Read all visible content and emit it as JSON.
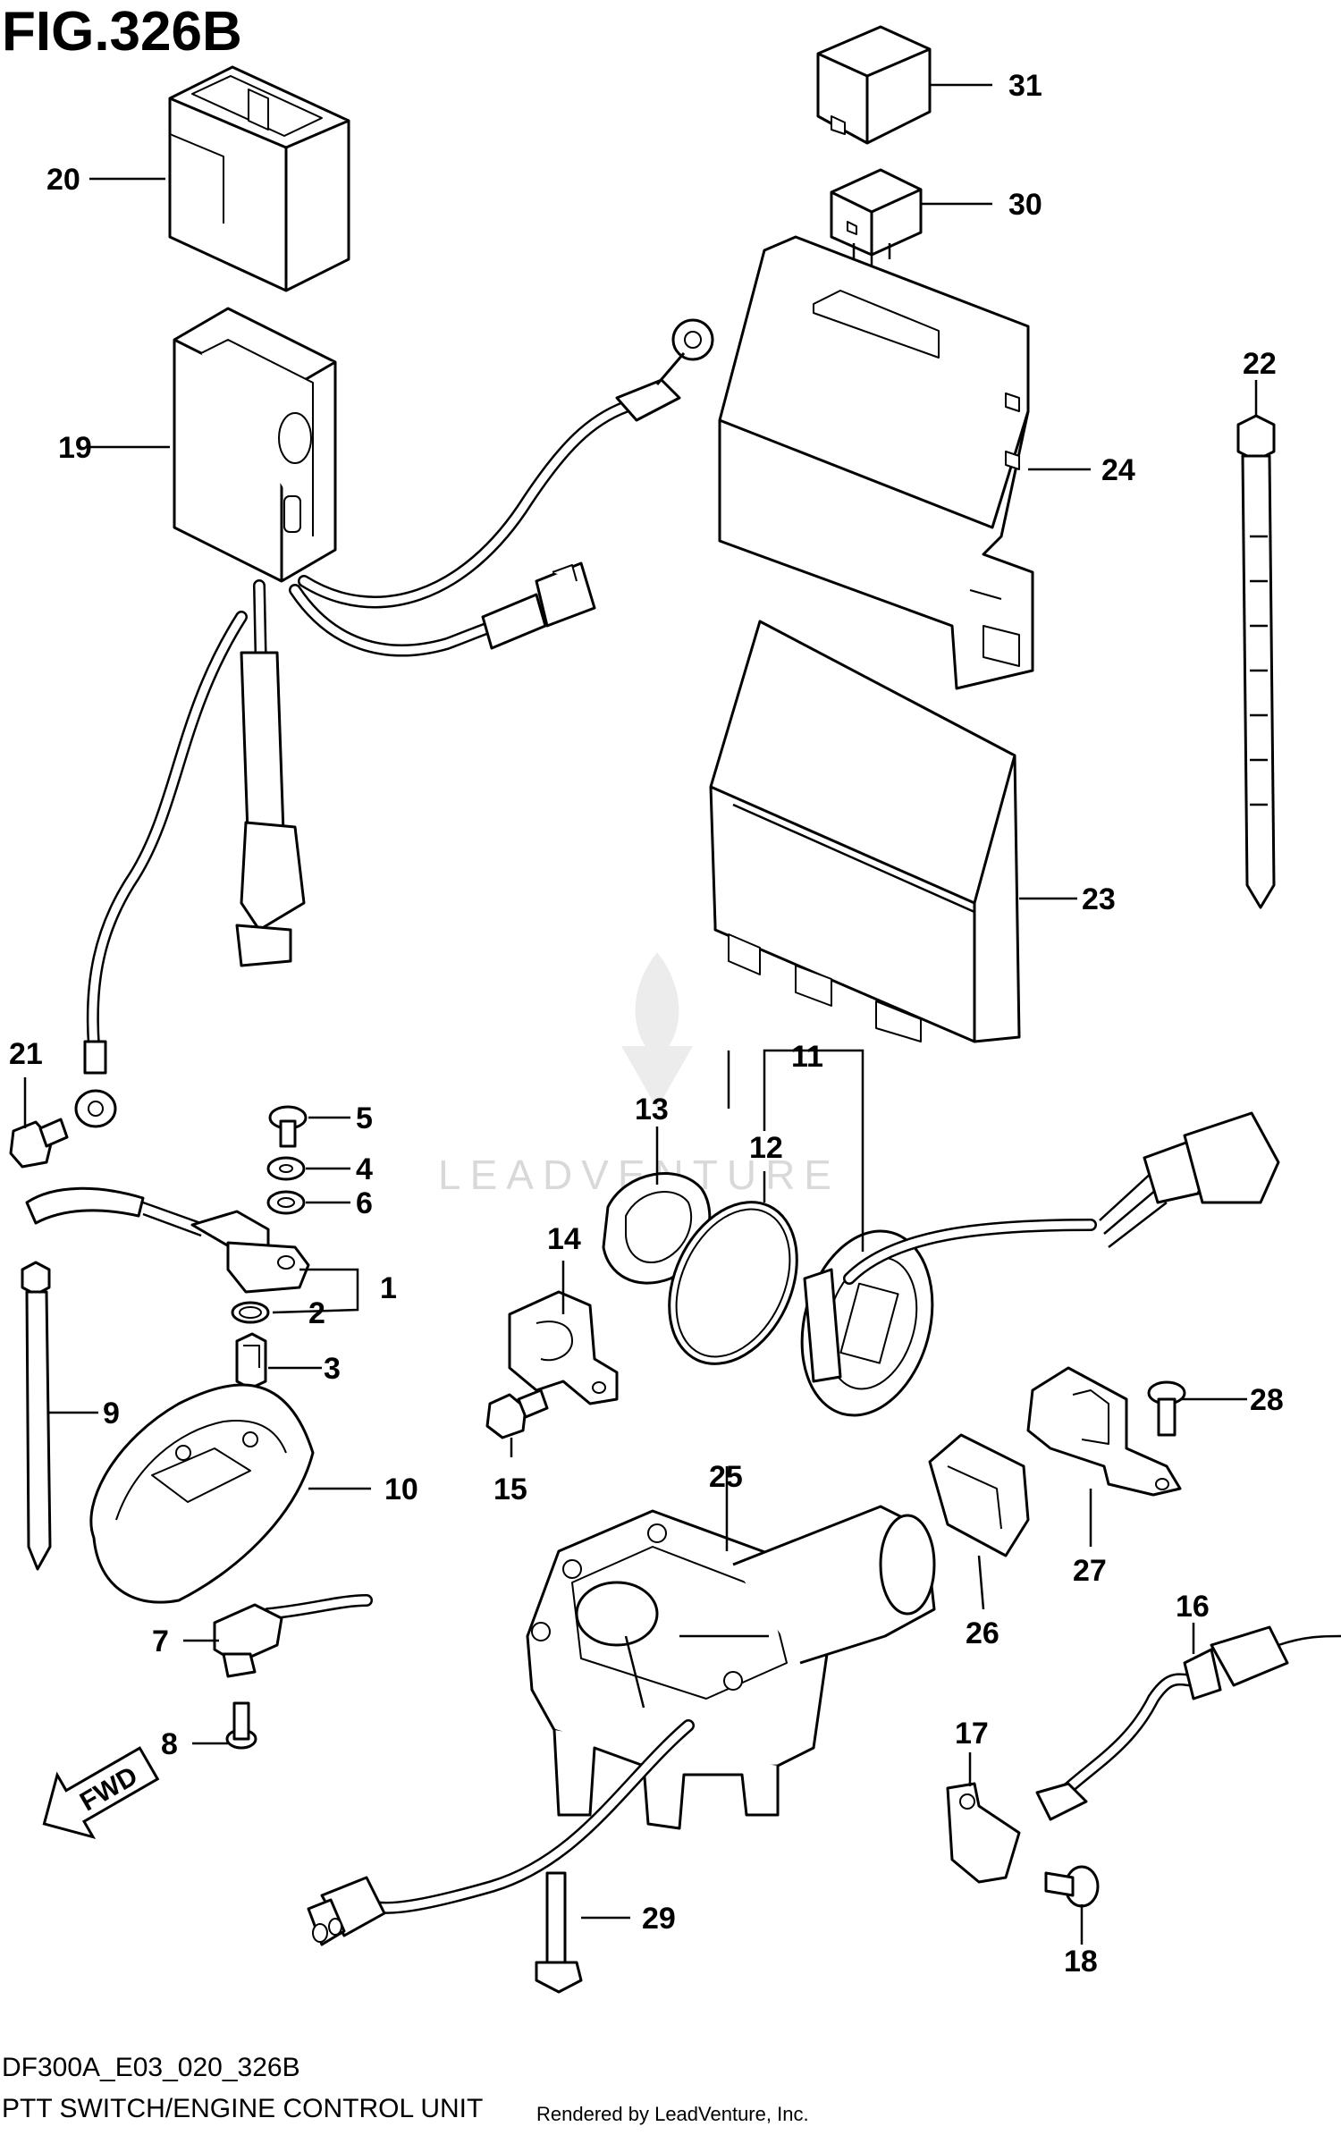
{
  "figure_title": "FIG.326B",
  "footer": {
    "code": "DF300A_E03_020_326B",
    "caption": "PTT SWITCH/ENGINE CONTROL UNIT",
    "credit": "Rendered by LeadVenture, Inc."
  },
  "watermark": "LEADVENTURE",
  "fwd_marker": "FWD",
  "callouts": {
    "c1": "1",
    "c2": "2",
    "c3": "3",
    "c4": "4",
    "c5": "5",
    "c6": "6",
    "c7": "7",
    "c8": "8",
    "c9": "9",
    "c10": "10",
    "c11": "11",
    "c12": "12",
    "c13": "13",
    "c14": "14",
    "c15": "15",
    "c16": "16",
    "c17": "17",
    "c18": "18",
    "c19": "19",
    "c20": "20",
    "c21": "21",
    "c22": "22",
    "c23": "23",
    "c24": "24",
    "c25": "25",
    "c26": "26",
    "c27": "27",
    "c28": "28",
    "c29": "29",
    "c30": "30",
    "c31": "31"
  }
}
